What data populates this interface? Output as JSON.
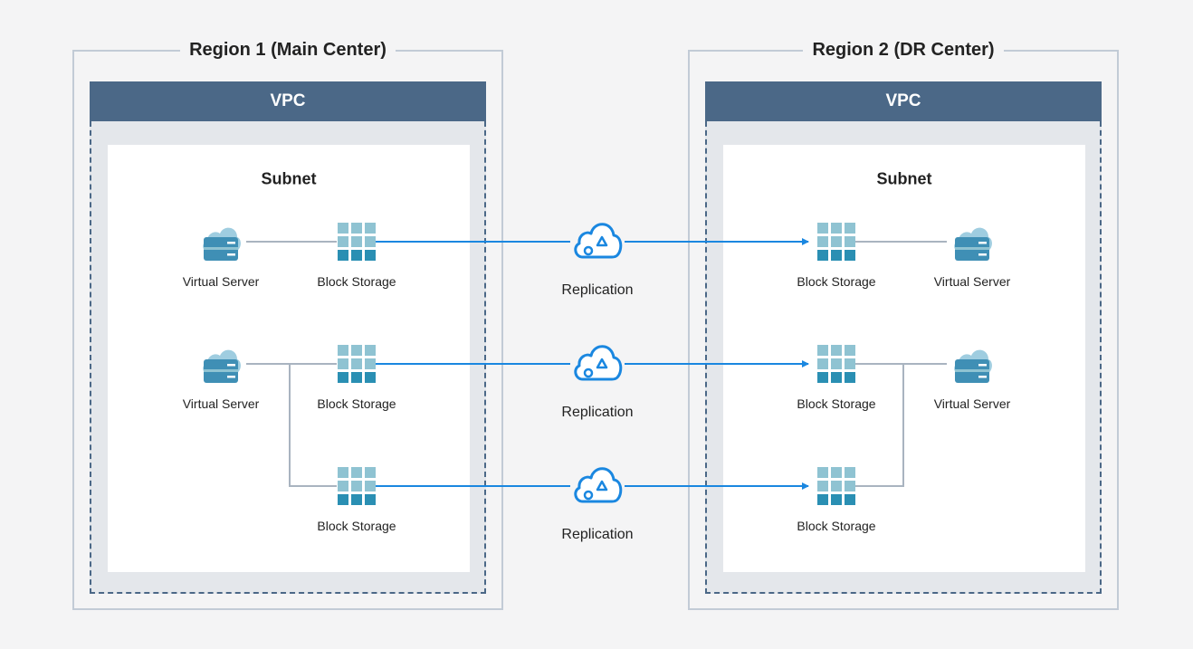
{
  "regions": [
    {
      "title": "Region 1 (Main Center)",
      "vpc_label": "VPC",
      "subnet_label": "Subnet"
    },
    {
      "title": "Region 2 (DR Center)",
      "vpc_label": "VPC",
      "subnet_label": "Subnet"
    }
  ],
  "labels": {
    "virtual_server": "Virtual Server",
    "block_storage": "Block Storage",
    "replication": "Replication"
  },
  "colors": {
    "vpc_header": "#4b6887",
    "replication_line": "#1a87e0",
    "connector_line": "#a9b4c0",
    "storage_tile_light": "#8fc3d2",
    "storage_tile_dark": "#2a8fb3",
    "server_cloud": "#9fcde0",
    "server_body": "#3f8fb5"
  },
  "icons": {
    "server": "cloud-server-icon",
    "storage": "block-storage-icon",
    "replication": "cloud-replication-icon"
  }
}
